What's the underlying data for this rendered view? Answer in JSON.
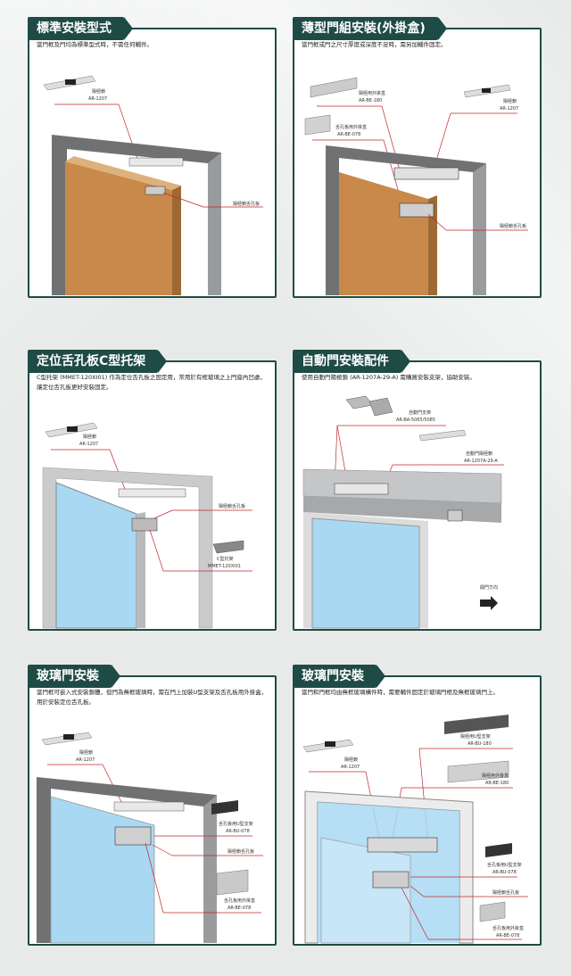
{
  "panels": [
    {
      "title": "標準安裝型式",
      "desc": "當門框及門均為標準型式時，不需任何輔件。",
      "labels": {
        "lock": "陽極鎖",
        "lock_code": "AR-1207",
        "strike": "陽極鎖舌孔板"
      }
    },
    {
      "title": "薄型門組安裝(外掛盒)",
      "desc": "當門框或門之尺寸厚度或深度不足時，需另加輔件固定。",
      "labels": {
        "box": "陽極用外掛盒",
        "box_code": "AR-BE-180",
        "lock": "陽極鎖",
        "lock_code": "AR-1207",
        "strike_box": "舌孔板用外掛盒",
        "strike_box_code": "AR-BE-078",
        "strike": "陽極鎖舌孔板"
      }
    },
    {
      "title": "定位舌孔板C型托架",
      "desc": "C型托架 (MMET-120XI01) 作為定位舌孔板之固定用，常用於有框玻璃之上門座內凹處，讓定位舌孔板更好安裝固定。",
      "labels": {
        "lock": "陽極鎖",
        "lock_code": "AR-1207",
        "strike": "陽極鎖舌孔板",
        "bracket": "C型托架",
        "bracket_code": "MMET-120XI01"
      }
    },
    {
      "title": "自動門安裝配件",
      "desc": "使用自動門陽極鎖 (AR-1207A-29-A) 需購買安裝支架，協助安裝。",
      "labels": {
        "bracket": "自動門支架",
        "bracket_code": "AR-BA-5065/5085",
        "lock": "自動門陽極鎖",
        "lock_code": "AR-1207A-29-A",
        "direction": "開門方向"
      }
    },
    {
      "title": "玻璃門安裝",
      "desc": "當門框可嵌入式安裝鎖體，但門為無框玻璃時，需在門上加裝U型支架及舌孔板用外掛盒，用於安裝定位舌孔板。",
      "labels": {
        "lock": "陽極鎖",
        "lock_code": "AR-1207",
        "ubracket": "舌孔板用U型支架",
        "ubracket_code": "AR-BU-078",
        "strike": "陽極鎖舌孔板",
        "strike_box": "舌孔板用外掛盒",
        "strike_box_code": "AR-BE-078"
      }
    },
    {
      "title": "玻璃門安裝",
      "desc": "當門和門框均由無框玻璃構件時，需要輔件固定於玻璃門框及無框玻璃門上。",
      "labels": {
        "ubracket": "陽極用U型支架",
        "ubracket_code": "AR-BU-180",
        "lock": "陽極鎖",
        "lock_code": "AR-1207",
        "box": "陽極用外掛盒",
        "box_code": "AR-BE-180",
        "ubracket2": "舌孔板用U型支架",
        "ubracket2_code": "AR-BU-078",
        "strike": "陽極鎖舌孔板",
        "strike_box": "舌孔板用外掛盒",
        "strike_box_code": "AR-BE-078"
      }
    }
  ],
  "colors": {
    "tab": "#1e4b45",
    "frame": "#6d6e70",
    "wood": "#c8894a",
    "glass": "#a9d8f2",
    "leader": "#c2272d"
  }
}
